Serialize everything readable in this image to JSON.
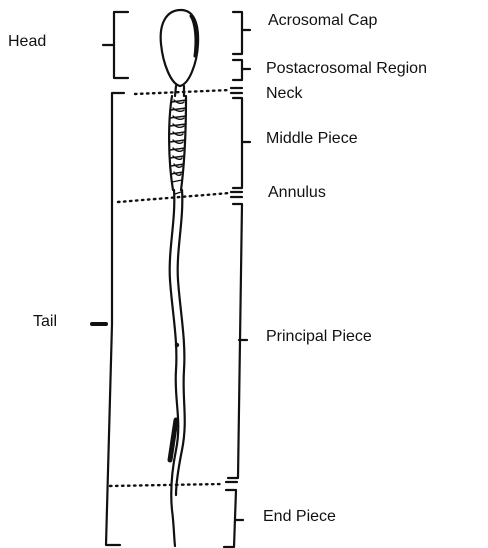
{
  "regions_left": {
    "head": "Head",
    "tail": "Tail"
  },
  "regions_right": {
    "acrosomal_cap": "Acrosomal Cap",
    "postacrosomal_region": "Postacrosomal Region",
    "neck": "Neck",
    "middle_piece": "Middle Piece",
    "annulus": "Annulus",
    "principal_piece": "Principal Piece",
    "end_piece": "End Piece"
  },
  "colors": {
    "ink": "#111111",
    "background": "#ffffff"
  }
}
